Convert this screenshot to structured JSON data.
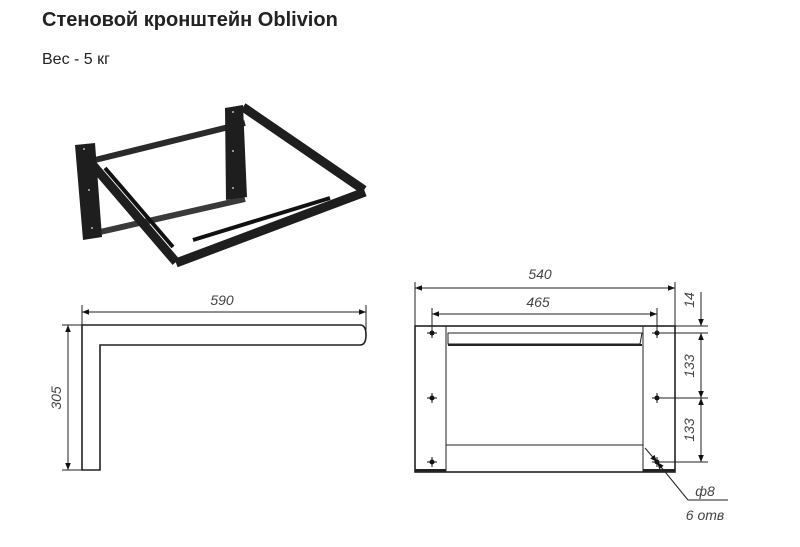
{
  "header": {
    "title": "Стеновой кронштейн Oblivion",
    "weight": "Вес - 5 кг"
  },
  "side_view": {
    "width_label": "590",
    "height_label": "305"
  },
  "front_view": {
    "outer_width_label": "540",
    "hole_span_label": "465",
    "top_offset_label": "14",
    "hole_pitch_upper_label": "133",
    "hole_pitch_lower_label": "133",
    "hole_diameter_label": "ф8",
    "hole_count_label": "6 отв"
  },
  "colors": {
    "bracket": "#1e1e1e",
    "lines": "#222222",
    "dim_text": "#444444"
  }
}
